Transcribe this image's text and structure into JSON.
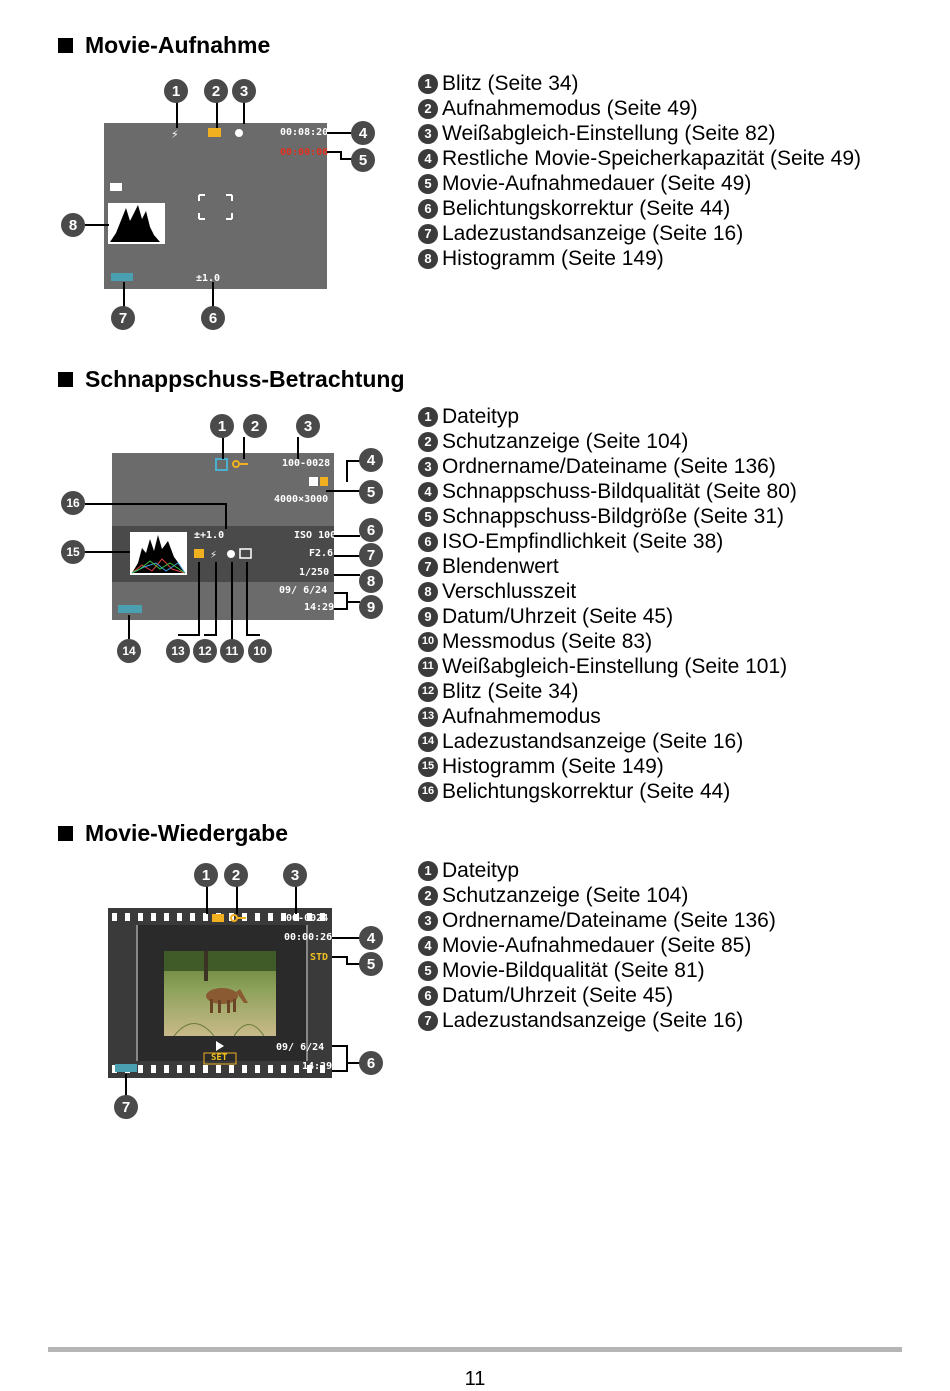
{
  "section1": {
    "title": "Movie-Aufnahme",
    "callouts": [
      "1",
      "2",
      "3",
      "4",
      "5",
      "6",
      "7",
      "8"
    ],
    "osd": {
      "remaining": "00:08:20",
      "elapsed": "00:00:06",
      "ev": "±1.0"
    },
    "items": [
      {
        "n": "1",
        "text": "Blitz (Seite 34)"
      },
      {
        "n": "2",
        "text": "Aufnahmemodus (Seite 49)"
      },
      {
        "n": "3",
        "text": "Weißabgleich-Einstellung (Seite 82)"
      },
      {
        "n": "4",
        "text": "Restliche Movie-Speicherkapazität (Seite 49)"
      },
      {
        "n": "5",
        "text": "Movie-Aufnahmedauer (Seite 49)"
      },
      {
        "n": "6",
        "text": "Belichtungskorrektur (Seite 44)"
      },
      {
        "n": "7",
        "text": "Ladezustandsanzeige (Seite 16)"
      },
      {
        "n": "8",
        "text": "Histogramm (Seite 149)"
      }
    ]
  },
  "section2": {
    "title": "Schnappschuss-Betrachtung",
    "callouts": [
      "1",
      "2",
      "3",
      "4",
      "5",
      "6",
      "7",
      "8",
      "9",
      "10",
      "11",
      "12",
      "13",
      "14",
      "15",
      "16"
    ],
    "osd": {
      "folder": "100-0028",
      "size": "4000×3000",
      "ev": "±+1.0",
      "iso": "ISO 100",
      "fstop": "F2.6",
      "shutter": "1/250",
      "date": "09/ 6/24",
      "time": "14:29"
    },
    "items": [
      {
        "n": "1",
        "text": "Dateityp"
      },
      {
        "n": "2",
        "text": "Schutzanzeige (Seite 104)"
      },
      {
        "n": "3",
        "text": "Ordnername/Dateiname (Seite 136)"
      },
      {
        "n": "4",
        "text": "Schnappschuss-Bildqualität (Seite 80)"
      },
      {
        "n": "5",
        "text": "Schnappschuss-Bildgröße (Seite 31)"
      },
      {
        "n": "6",
        "text": "ISO-Empfindlichkeit (Seite 38)"
      },
      {
        "n": "7",
        "text": "Blendenwert"
      },
      {
        "n": "8",
        "text": "Verschlusszeit"
      },
      {
        "n": "9",
        "text": "Datum/Uhrzeit (Seite 45)"
      },
      {
        "n": "10",
        "text": "Messmodus (Seite 83)"
      },
      {
        "n": "11",
        "text": "Weißabgleich-Einstellung (Seite 101)"
      },
      {
        "n": "12",
        "text": "Blitz (Seite 34)"
      },
      {
        "n": "13",
        "text": "Aufnahmemodus"
      },
      {
        "n": "14",
        "text": "Ladezustandsanzeige (Seite 16)"
      },
      {
        "n": "15",
        "text": "Histogramm (Seite 149)"
      },
      {
        "n": "16",
        "text": "Belichtungskorrektur (Seite 44)"
      }
    ]
  },
  "section3": {
    "title": "Movie-Wiedergabe",
    "callouts": [
      "1",
      "2",
      "3",
      "4",
      "5",
      "6",
      "7"
    ],
    "osd": {
      "folder": "100-0024",
      "duration": "00:00:26",
      "quality": "STD",
      "date": "09/ 6/24",
      "time": "14:29",
      "set": "SET"
    },
    "items": [
      {
        "n": "1",
        "text": "Dateityp"
      },
      {
        "n": "2",
        "text": "Schutzanzeige (Seite 104)"
      },
      {
        "n": "3",
        "text": "Ordnername/Dateiname (Seite 136)"
      },
      {
        "n": "4",
        "text": "Movie-Aufnahmedauer (Seite 85)"
      },
      {
        "n": "5",
        "text": "Movie-Bildqualität (Seite 81)"
      },
      {
        "n": "6",
        "text": "Datum/Uhrzeit (Seite 45)"
      },
      {
        "n": "7",
        "text": "Ladezustandsanzeige (Seite 16)"
      }
    ]
  },
  "page_number": "11"
}
